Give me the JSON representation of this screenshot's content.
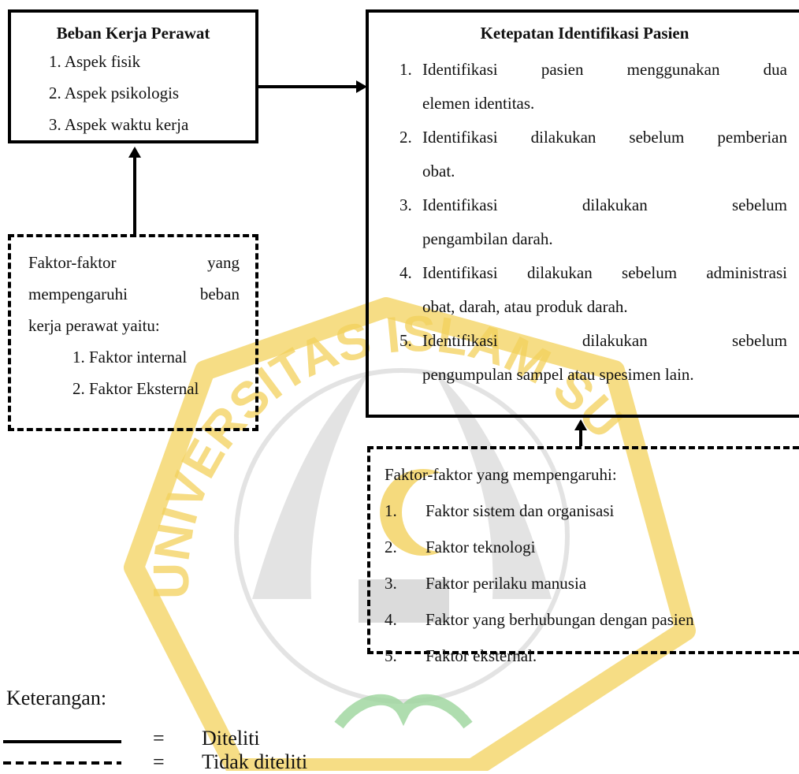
{
  "box_left": {
    "title": "Beban Kerja Perawat",
    "items": [
      "1. Aspek fisik",
      "2. Aspek psikologis",
      "3. Aspek waktu kerja"
    ]
  },
  "box_right": {
    "title": "Ketepatan Identifikasi Pasien",
    "items": [
      {
        "n": "1.",
        "l1": "Identifikasi pasien menggunakan dua",
        "l2": "elemen identitas."
      },
      {
        "n": "2.",
        "l1": "Identifikasi dilakukan sebelum pemberian",
        "l2": "obat."
      },
      {
        "n": "3.",
        "l1": "Identifikasi dilakukan sebelum",
        "l2": "pengambilan darah."
      },
      {
        "n": "4.",
        "l1": "Identifikasi dilakukan sebelum administrasi",
        "l2": "obat, darah, atau produk darah."
      },
      {
        "n": "5.",
        "l1": "Identifikasi dilakukan sebelum",
        "l2": "pengumpulan sampel atau spesimen lain."
      }
    ]
  },
  "box_factors_left": {
    "l1": "Faktor-faktor yang",
    "l2": "mempengaruhi beban",
    "l3": "kerja perawat yaitu:",
    "items": [
      "1. Faktor internal",
      "2. Faktor Eksternal"
    ]
  },
  "box_factors_right": {
    "heading": "Faktor-faktor yang mempengaruhi:",
    "items": [
      {
        "n": "1.",
        "t": "Faktor sistem dan organisasi"
      },
      {
        "n": "2.",
        "t": "Faktor teknologi"
      },
      {
        "n": "3.",
        "t": "Faktor perilaku manusia"
      },
      {
        "n": "4.",
        "t": "Faktor yang berhubungan dengan pasien"
      },
      {
        "n": "5.",
        "t": "Faktor eksternal."
      }
    ]
  },
  "legend": {
    "title": "Keterangan:",
    "eq": "=",
    "solid_label": "Diteliti",
    "dashed_label": "Tidak diteliti"
  },
  "watermark": {
    "text": "UNIVERSITAS ISLAM SULTAN AGUNG",
    "colors": {
      "gold": "#f3d15c",
      "green": "#9bd49b",
      "gray": "#c9c9c9"
    }
  }
}
